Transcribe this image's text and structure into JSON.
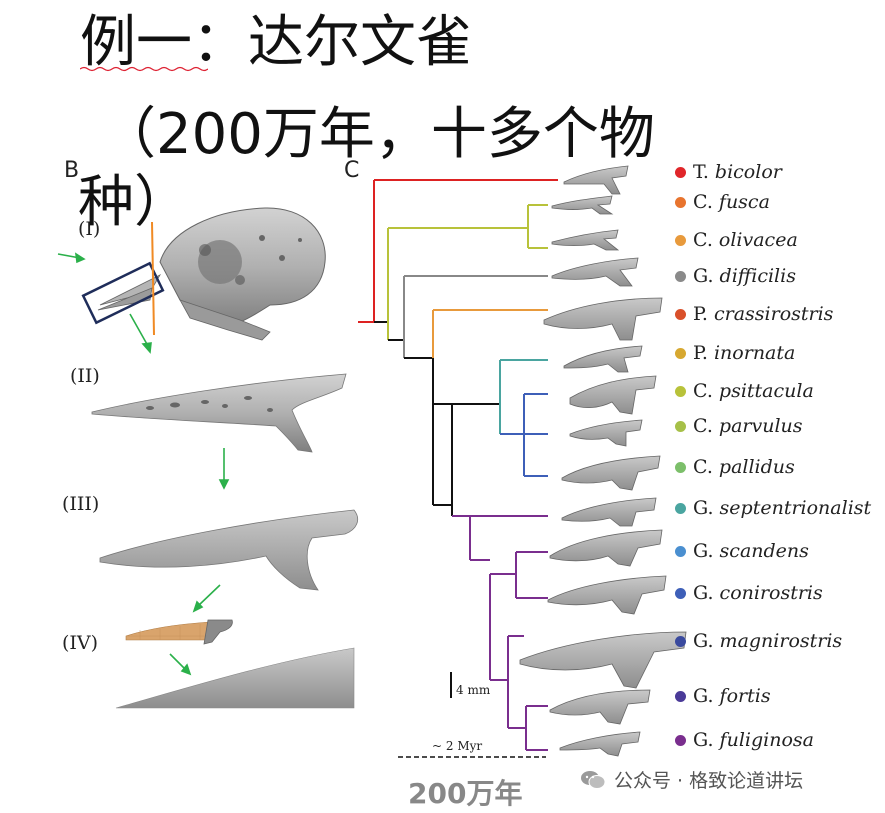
{
  "title": "例一：达尔文雀",
  "subtitle_line1": "（200万年，十多个物",
  "subtitle_line2": "种）",
  "panel_b_label": "B",
  "panel_c_label": "C",
  "stage_labels": [
    "(I)",
    "(II)",
    "(III)",
    "(IV)"
  ],
  "species": [
    {
      "genus": "T.",
      "species": "bicolor",
      "color": "#e0262a"
    },
    {
      "genus": "C.",
      "species": "fusca",
      "color": "#e8742e"
    },
    {
      "genus": "C.",
      "species": "olivacea",
      "color": "#e89a3c"
    },
    {
      "genus": "G.",
      "species": "difficilis",
      "color": "#8a8a8a"
    },
    {
      "genus": "P.",
      "species": "crassirostris",
      "color": "#d9502a"
    },
    {
      "genus": "P.",
      "species": "inornata",
      "color": "#d7a830"
    },
    {
      "genus": "C.",
      "species": "psittacula",
      "color": "#b8c23a"
    },
    {
      "genus": "C.",
      "species": "parvulus",
      "color": "#a6c048"
    },
    {
      "genus": "C.",
      "species": "pallidus",
      "color": "#7cbf6a"
    },
    {
      "genus": "G.",
      "species": "septentrionalist",
      "color": "#4aa5a0"
    },
    {
      "genus": "G.",
      "species": "scandens",
      "color": "#4a8fd0"
    },
    {
      "genus": "G.",
      "species": "conirostris",
      "color": "#3e5fb8"
    },
    {
      "genus": "G.",
      "species": "magnirostris",
      "color": "#3a4a9e"
    },
    {
      "genus": "G.",
      "species": "fortis",
      "color": "#4a3a98"
    },
    {
      "genus": "G.",
      "species": "fuliginosa",
      "color": "#7a2e8e"
    }
  ],
  "scale_bar_label": "4 mm",
  "time_scale_label": "~ 2 Myr",
  "bottom_label": "200万年",
  "watermark": "公众号 · 格致论道讲坛"
}
